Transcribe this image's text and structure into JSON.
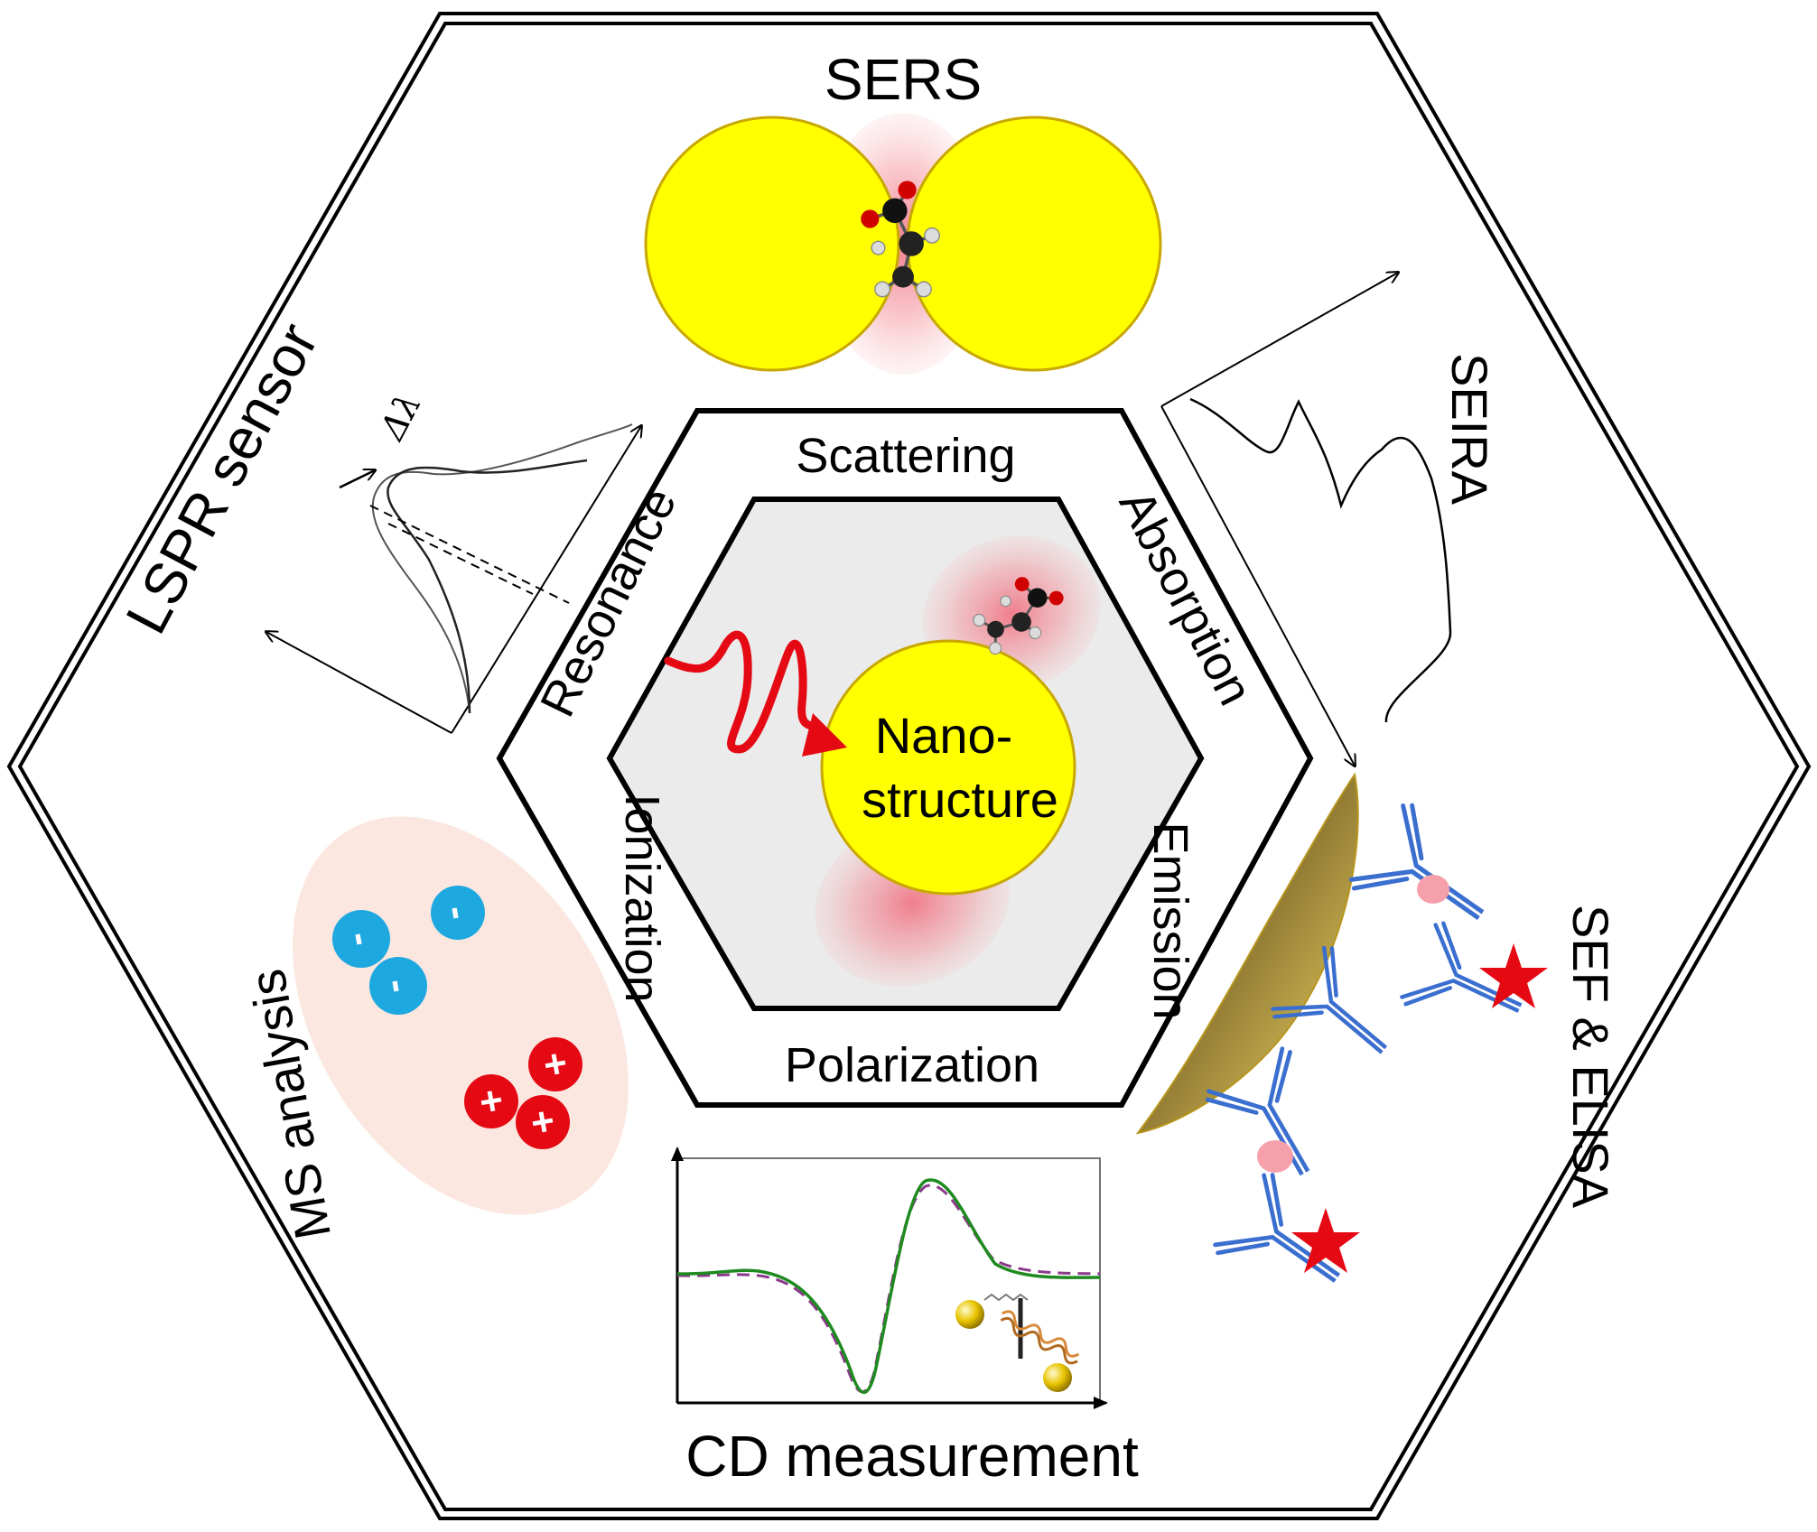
{
  "outer_labels": {
    "sers": "SERS",
    "seira": "SEIRA",
    "sef_elisa": "SEF & ELISA",
    "cd": "CD measurement",
    "ms": "MS analysis",
    "lspr": "LSPR sensor",
    "delta_lambda": "Δλ"
  },
  "inner_labels": {
    "top": "Scattering",
    "upper_right": "Absorption",
    "lower_right": "Emission",
    "bottom": "Polarization",
    "lower_left": "Ionization",
    "upper_left": "Resonance"
  },
  "center": {
    "line1": "Nano-",
    "line2": "structure"
  },
  "ions": {
    "negative_symbol": "-",
    "positive_symbol": "+"
  },
  "colors": {
    "gold_particle": "#ffff00",
    "gold_edge": "#c8a800",
    "field_glow": "#f06a7a",
    "ms_bg": "#fbe7df",
    "anion": "#1ea8e0",
    "cation": "#e50914",
    "light_wave": "#e50914",
    "antibody": "#3a6fd0",
    "star": "#e50914",
    "cd_green": "#1f8a1f",
    "cd_purple": "#8a3a8a",
    "inner_hex_bg": "#ebebeb"
  }
}
